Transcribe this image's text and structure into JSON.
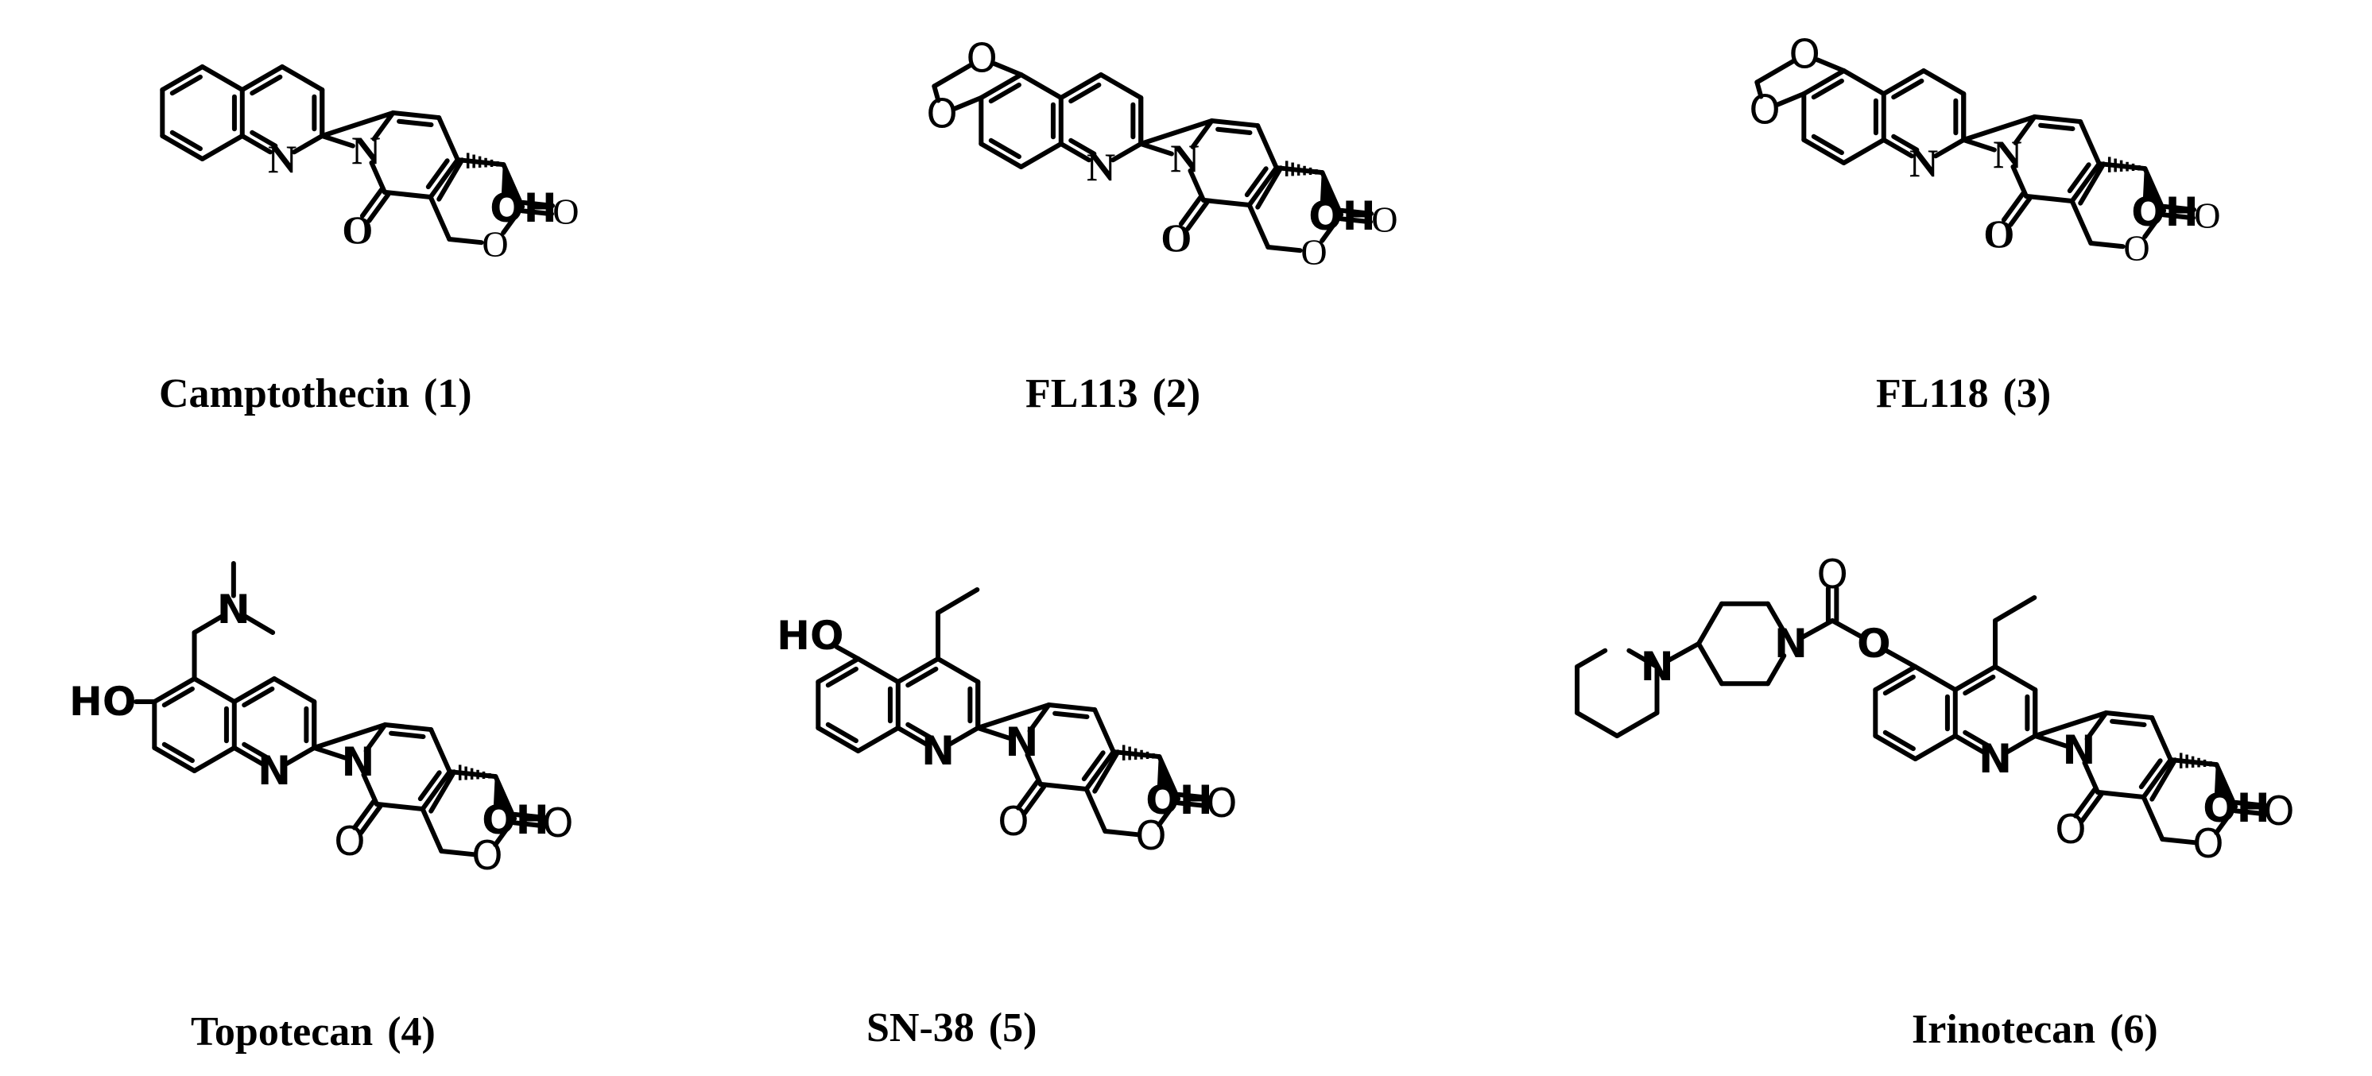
{
  "labels": {
    "N": "N",
    "O": "O",
    "OH": "OH",
    "HO": "HO"
  },
  "compounds": [
    {
      "name": "Camptothecin",
      "number": "(1)"
    },
    {
      "name": "FL113",
      "number": "(2)"
    },
    {
      "name": "FL118",
      "number": "(3)"
    },
    {
      "name": "Topotecan",
      "number": "(4)"
    },
    {
      "name": "SN-38",
      "number": "(5)"
    },
    {
      "name": "Irinotecan",
      "number": "(6)"
    }
  ]
}
